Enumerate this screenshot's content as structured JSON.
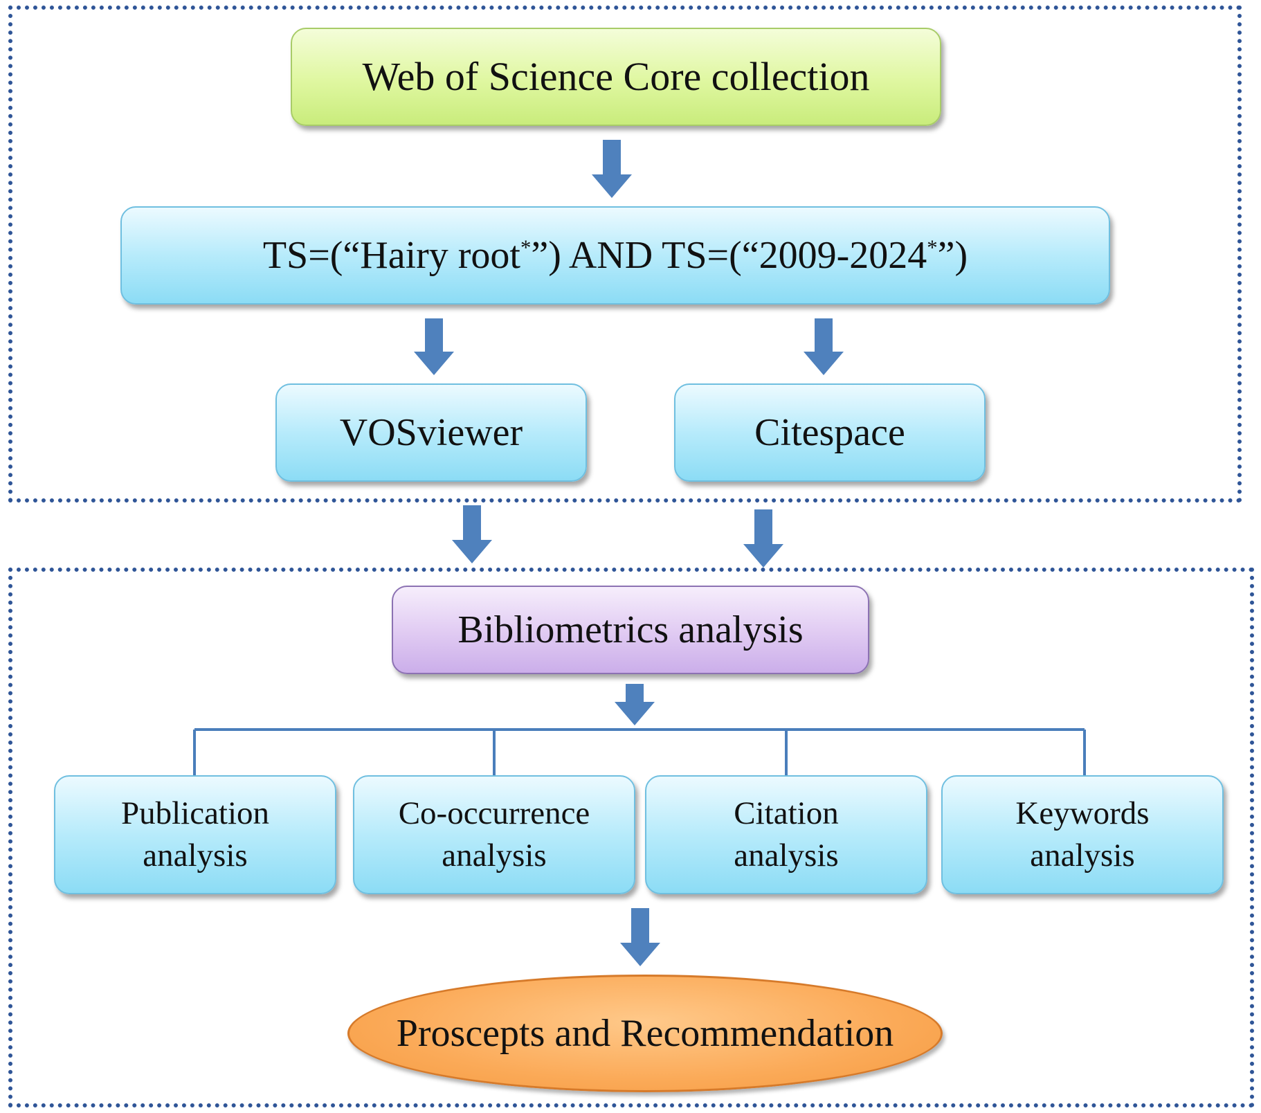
{
  "nodes": {
    "wos": {
      "label": "Web of Science Core collection"
    },
    "query": {
      "part1": "TS=(“Hairy root",
      "sup1": "*",
      "part2": "”) AND TS=(“2009-2024",
      "sup2": "*",
      "part3": "”)"
    },
    "vosviewer": {
      "label": "VOSviewer"
    },
    "citespace": {
      "label": "Citespace"
    },
    "bibliometrics": {
      "label": "Bibliometrics analysis"
    },
    "publication": {
      "line1": "Publication",
      "line2": "analysis"
    },
    "cooccurrence": {
      "line1": "Co-occurrence",
      "line2": "analysis"
    },
    "citation": {
      "line1": "Citation",
      "line2": "analysis"
    },
    "keywords": {
      "line1": "Keywords",
      "line2": "analysis"
    },
    "prospects": {
      "label": "Proscepts and Recommendation"
    }
  },
  "colors": {
    "arrow": "#4f81bd",
    "line": "#4a7ebb",
    "group_border": "#2f5597"
  }
}
